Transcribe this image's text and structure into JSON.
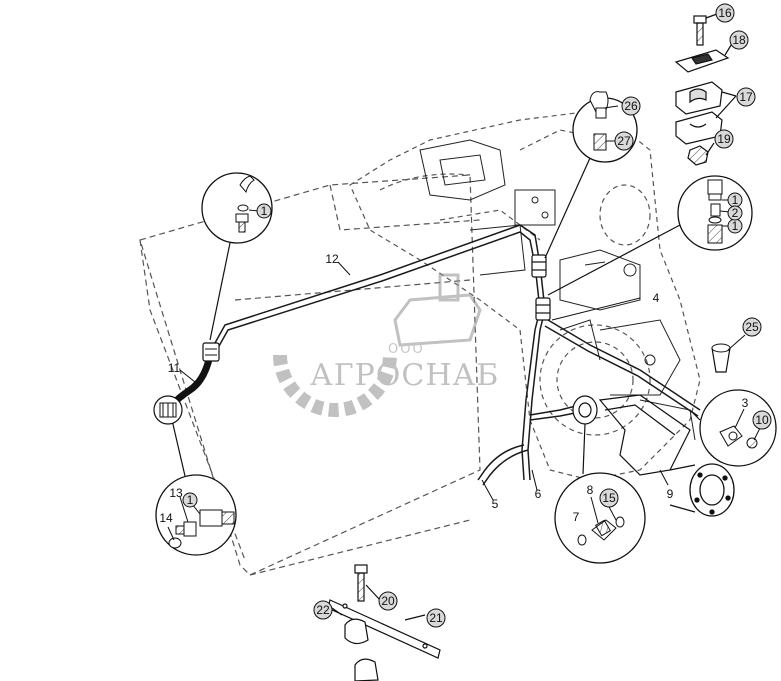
{
  "watermark": {
    "company_prefix": "ООО",
    "company_name": "АГРОСНАБ",
    "color": "#8f8f8f"
  },
  "callouts": {
    "c1a": "1",
    "c1b": "1",
    "c1c": "1",
    "c1d": "1",
    "c2": "2",
    "c3": "3",
    "c4": "4",
    "c5": "5",
    "c6": "6",
    "c7": "7",
    "c8": "8",
    "c9": "9",
    "c10": "10",
    "c11": "11",
    "c12": "12",
    "c13": "13",
    "c14": "14",
    "c15": "15",
    "c16": "16",
    "c17": "17",
    "c18": "18",
    "c19": "19",
    "c20": "20",
    "c21": "21",
    "c22": "22",
    "c25": "25",
    "c26": "26",
    "c27": "27"
  },
  "colors": {
    "line": "#1a1a1a",
    "dashed": "#555555",
    "callout_fill": "#d9d9d9"
  }
}
